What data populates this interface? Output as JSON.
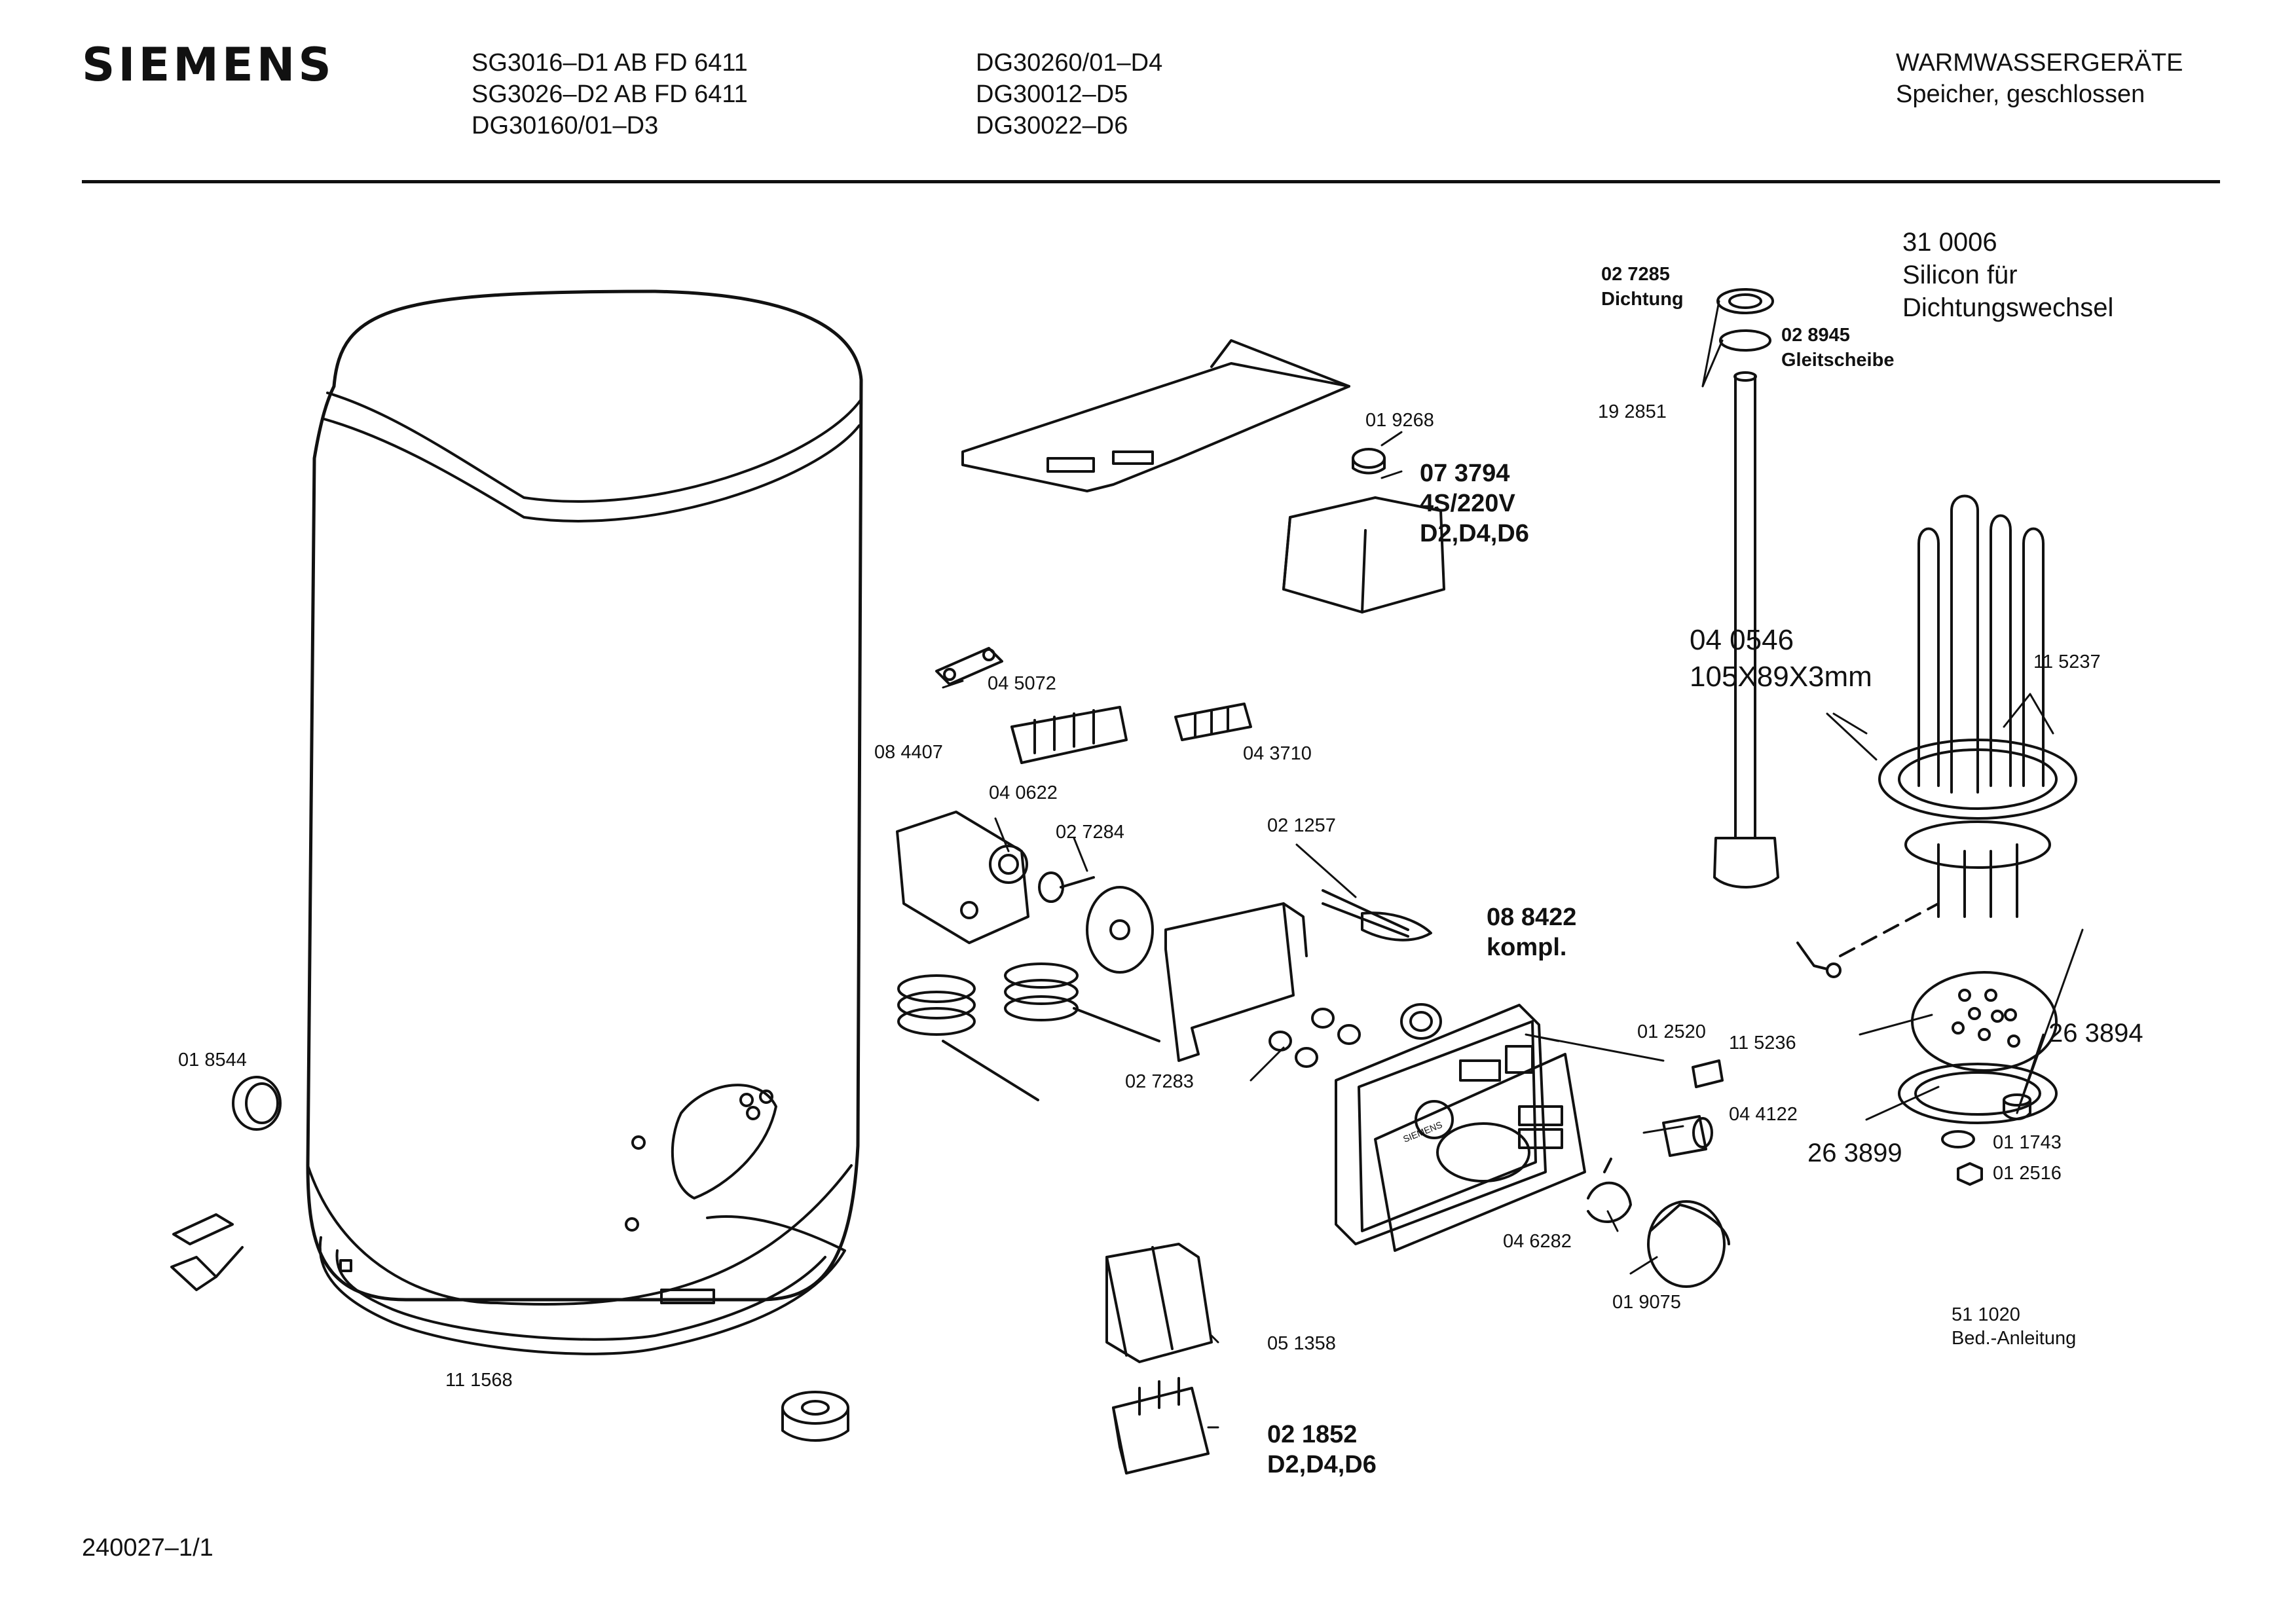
{
  "header": {
    "brand": "SIEMENS",
    "models_col1": [
      "SG3016–D1 AB FD 6411",
      "SG3026–D2 AB FD 6411",
      "DG30160/01–D3"
    ],
    "models_col2": [
      "DG30260/01–D4",
      "DG30012–D5",
      "DG30022–D6"
    ],
    "category_title": "WARMWASSERGERÄTE",
    "category_subtitle": "Speicher, geschlossen"
  },
  "parts": {
    "p310006": [
      "31 0006",
      "Silicon für",
      "Dichtungswechsel"
    ],
    "p027285": [
      "02 7285",
      "Dichtung"
    ],
    "p028945": [
      "02 8945",
      "Gleitscheibe"
    ],
    "p192851": "19 2851",
    "p019268": "01 9268",
    "p073794": [
      "07 3794",
      "4S/220V",
      "D2,D4,D6"
    ],
    "p040546": [
      "04 0546",
      "105X89X3mm"
    ],
    "p115237": "11 5237",
    "p045072": "04 5072",
    "p043710": "04 3710",
    "p084407": "08 4407",
    "p040622": "04 0622",
    "p027284": "02 7284",
    "p021257": "02 1257",
    "p088422": [
      "08 8422",
      "kompl."
    ],
    "p012520": "01 2520",
    "p115236": "11 5236",
    "p263894": "26 3894",
    "p018544": "01 8544",
    "p027283": "02 7283",
    "p044122": "04 4122",
    "p263899": "26 3899",
    "p011743": "01 1743",
    "p012516": "01 2516",
    "p046282": "04 6282",
    "p019075": "01 9075",
    "p511020": [
      "51 1020",
      "Bed.-Anleitung"
    ],
    "p051358": "05 1358",
    "p111568": "11 1568",
    "p021852": [
      "02 1852",
      "D2,D4,D6"
    ]
  },
  "panel_brand": "SIEMENS",
  "footer": {
    "drawing_number": "240027–1/1"
  }
}
